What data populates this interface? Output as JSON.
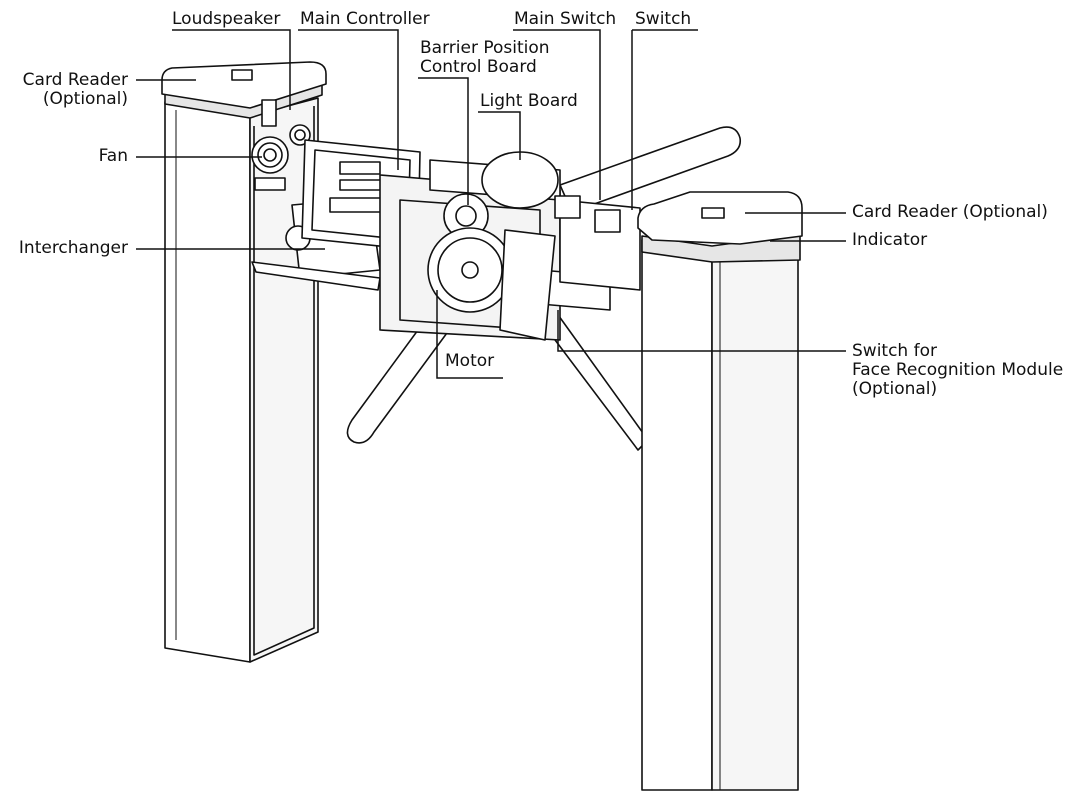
{
  "labels": {
    "loudspeaker": "Loudspeaker",
    "main_controller": "Main Controller",
    "main_switch": "Main Switch",
    "switch": "Switch",
    "barrier_position_control_board": "Barrier Position\nControl Board",
    "light_board": "Light Board",
    "card_reader_left": "Card Reader\n(Optional)",
    "fan": "Fan",
    "interchanger": "Interchanger",
    "card_reader_right": "Card Reader (Optional)",
    "indicator": "Indicator",
    "motor": "Motor",
    "switch_face_recognition": "Switch for\nFace Recognition Module\n(Optional)"
  },
  "colors": {
    "line": "#111111",
    "fill": "#ffffff",
    "shade": "#e6e6e6"
  }
}
